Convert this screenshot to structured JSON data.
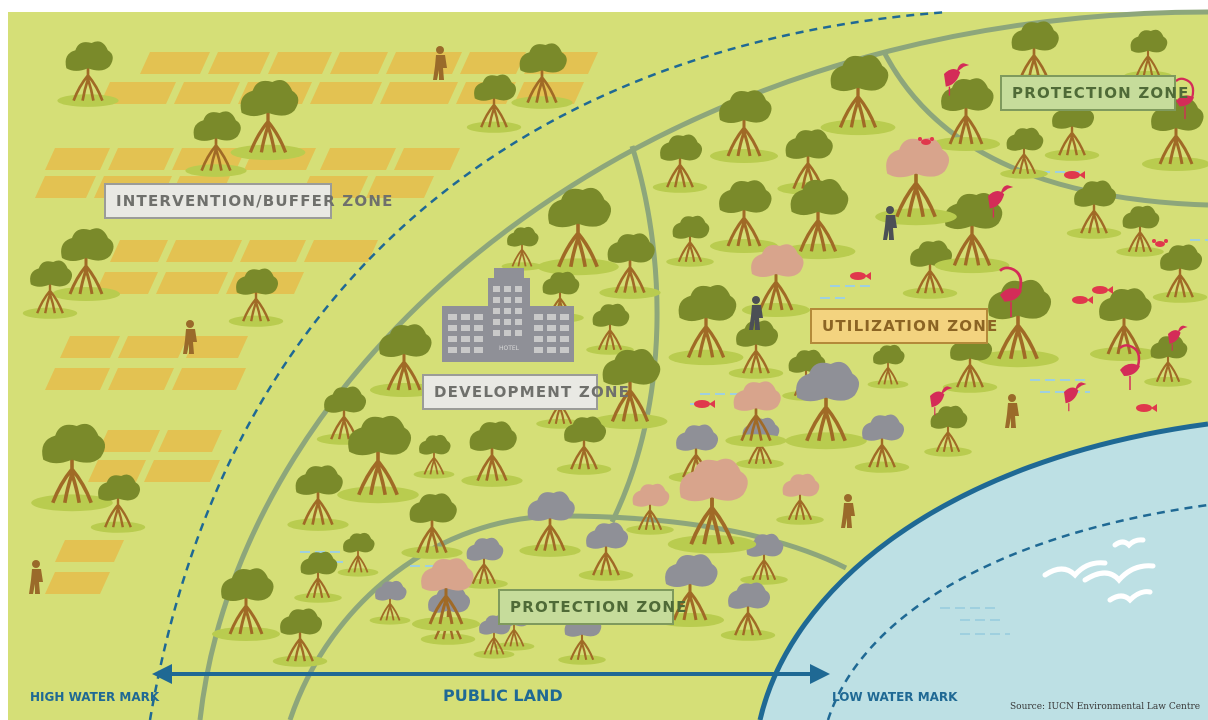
{
  "zones": {
    "intervention_buffer": "INTERVENTION/BUFFER ZONE",
    "development": "DEVELOPMENT ZONE",
    "utilization": "UTILIZATION ZONE",
    "protection_top": "PROTECTION ZONE",
    "protection_bottom": "PROTECTION ZONE"
  },
  "building_sign": "HOTEL",
  "bottom": {
    "high_water_mark": "HIGH WATER MARK",
    "low_water_mark": "LOW WATER MARK",
    "public_land": "PUBLIC LAND"
  },
  "source": "Source: IUCN Environmental Law Centre",
  "colors": {
    "land": "#d5df77",
    "field": "#e3c252",
    "boundary": "#8da67b",
    "sea": "#bde0e4",
    "shore": "#1f6994",
    "tree_green": "#7a8a2a",
    "tree_grey": "#8f9097",
    "tree_pink": "#d8a48c",
    "trunk": "#a06a26",
    "bird": "#d42c58",
    "fish": "#e0384c"
  }
}
